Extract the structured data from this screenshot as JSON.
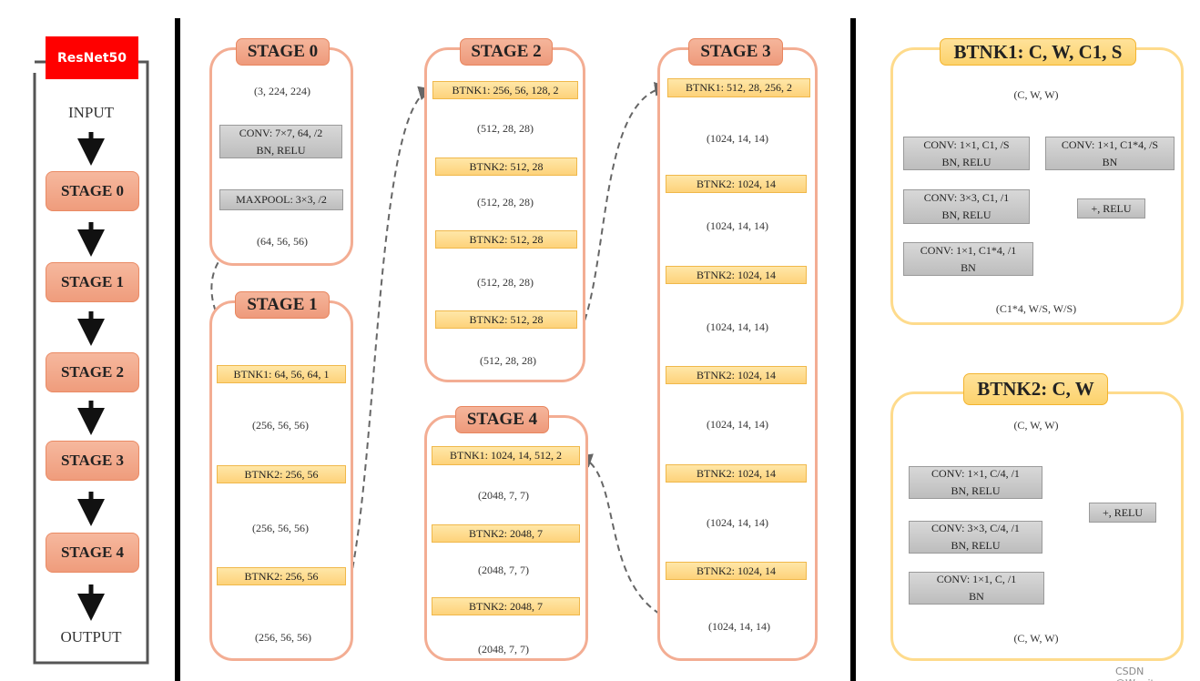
{
  "overview": {
    "title": "ResNet50",
    "input": "INPUT",
    "output": "OUTPUT",
    "stages": [
      "STAGE 0",
      "STAGE 1",
      "STAGE 2",
      "STAGE 3",
      "STAGE 4"
    ]
  },
  "stage0": {
    "title": "STAGE 0",
    "in": "(3, 224, 224)",
    "conv_l1": "CONV:  7×7, 64, /2",
    "conv_l2": "BN, RELU",
    "pool": "MAXPOOL:  3×3, /2",
    "out": "(64, 56, 56)"
  },
  "stage1": {
    "title": "STAGE 1",
    "blocks": [
      "BTNK1:  64, 56, 64, 1",
      "BTNK2:  256, 56",
      "BTNK2:  256, 56"
    ],
    "shapes": [
      "(256, 56, 56)",
      "(256, 56, 56)",
      "(256, 56, 56)"
    ]
  },
  "stage2": {
    "title": "STAGE 2",
    "blocks": [
      "BTNK1:  256, 56, 128, 2",
      "BTNK2:  512, 28",
      "BTNK2:  512, 28",
      "BTNK2:  512, 28"
    ],
    "shapes": [
      "(512, 28, 28)",
      "(512, 28, 28)",
      "(512, 28, 28)",
      "(512, 28, 28)"
    ]
  },
  "stage3": {
    "title": "STAGE 3",
    "blocks": [
      "BTNK1:  512, 28, 256, 2",
      "BTNK2:  1024, 14",
      "BTNK2:  1024, 14",
      "BTNK2:  1024, 14",
      "BTNK2:  1024, 14",
      "BTNK2:  1024, 14"
    ],
    "shapes": [
      "(1024, 14, 14)",
      "(1024, 14, 14)",
      "(1024, 14, 14)",
      "(1024, 14, 14)",
      "(1024, 14, 14)",
      "(1024, 14, 14)"
    ]
  },
  "stage4": {
    "title": "STAGE 4",
    "blocks": [
      "BTNK1:  1024, 14, 512, 2",
      "BTNK2:  2048, 7",
      "BTNK2:  2048, 7"
    ],
    "shapes": [
      "(2048,  7, 7)",
      "(2048,  7, 7)",
      "(2048,  7, 7)"
    ]
  },
  "btnk1": {
    "title": "BTNK1: C, W, C1, S",
    "in": "(C, W, W)",
    "conv1": [
      "CONV:  1×1, C1, /S",
      "BN, RELU"
    ],
    "conv2": [
      "CONV:  3×3, C1, /1",
      "BN, RELU"
    ],
    "conv3": [
      "CONV:  1×1, C1*4, /1",
      "BN"
    ],
    "shortcut": [
      "CONV:  1×1, C1*4, /S",
      "BN"
    ],
    "add": "+, RELU",
    "out": "(C1*4,  W/S, W/S)"
  },
  "btnk2": {
    "title": "BTNK2: C, W",
    "in": "(C, W, W)",
    "conv1": [
      "CONV:  1×1, C/4, /1",
      "BN, RELU"
    ],
    "conv2": [
      "CONV:  3×3, C/4, /1",
      "BN, RELU"
    ],
    "conv3": [
      "CONV:  1×1, C, /1",
      "BN"
    ],
    "add": "+, RELU",
    "out": "(C, W, W)"
  },
  "watermark": "CSDN @Wuqitong",
  "colors": {
    "stage": "#ef9c7c",
    "block": "#fdd27a",
    "conv": "#bdbdbd",
    "brand": "#ff0000"
  }
}
